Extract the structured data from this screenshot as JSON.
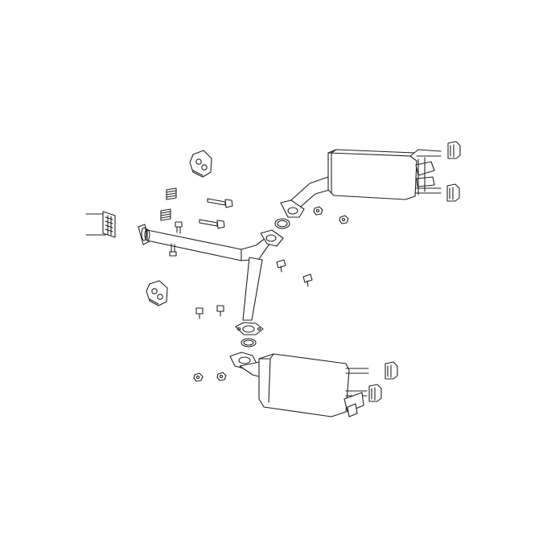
{
  "diagram": {
    "type": "exploded-parts-view",
    "colors": {
      "stroke": "#222222",
      "background": "#ffffff"
    },
    "parts": [
      {
        "id": "front-pipe-section",
        "icon": "pipe"
      },
      {
        "id": "intermediate-y-pipe",
        "icon": "pipe"
      },
      {
        "id": "upper-muffler",
        "icon": "muffler"
      },
      {
        "id": "lower-muffler",
        "icon": "muffler"
      },
      {
        "id": "rubber-hanger",
        "icon": "hanger"
      },
      {
        "id": "spring",
        "icon": "spring"
      },
      {
        "id": "bolt",
        "icon": "bolt"
      },
      {
        "id": "nut",
        "icon": "nut"
      },
      {
        "id": "gasket",
        "icon": "gasket"
      },
      {
        "id": "flange",
        "icon": "flange"
      },
      {
        "id": "rubber-insulator",
        "icon": "insulator"
      }
    ]
  }
}
